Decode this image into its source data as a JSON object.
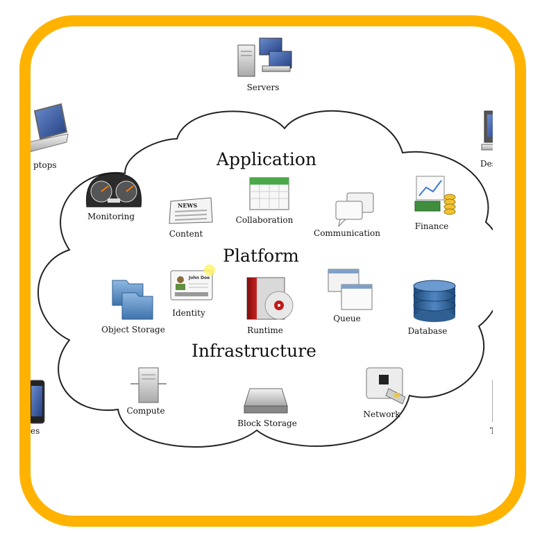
{
  "diagram": {
    "sections": {
      "application": "Application",
      "platform": "Platform",
      "infrastructure": "Infrastructure"
    },
    "outside": {
      "servers": "Servers",
      "laptops": "ptops",
      "desktops": "Deskt",
      "phones": "es",
      "tablets": "Ta"
    },
    "application": {
      "monitoring": "Monitoring",
      "content": "Content",
      "content_icon_text": "NEWS",
      "collaboration": "Collaboration",
      "communication": "Communication",
      "finance": "Finance"
    },
    "platform": {
      "identity": "Identity",
      "identity_card_name": "John Doe",
      "object_storage": "Object Storage",
      "runtime": "Runtime",
      "queue": "Queue",
      "database": "Database"
    },
    "infrastructure": {
      "compute": "Compute",
      "block_storage": "Block Storage",
      "network": "Network"
    },
    "colors": {
      "frame": "#ffb300",
      "cloud_stroke": "#222222",
      "database": "#2f5f93",
      "folder": "#5d8fc4"
    }
  }
}
